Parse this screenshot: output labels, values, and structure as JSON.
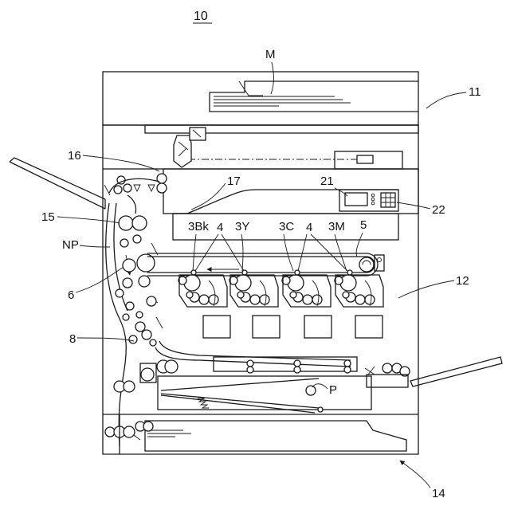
{
  "figure_number": "10",
  "labels": {
    "M": "M",
    "n11": "11",
    "n16": "16",
    "n17": "17",
    "n21": "21",
    "n22": "22",
    "n15": "15",
    "NP": "NP",
    "n3Bk": "3Bk",
    "n4a": "4",
    "n3Y": "3Y",
    "n3C": "3C",
    "n4b": "4",
    "n3M": "3M",
    "n5": "5",
    "n6": "6",
    "n12": "12",
    "n8": "8",
    "P": "P",
    "n14": "14"
  },
  "components": {
    "image_stations": 4,
    "toner_cartridges": 4
  }
}
